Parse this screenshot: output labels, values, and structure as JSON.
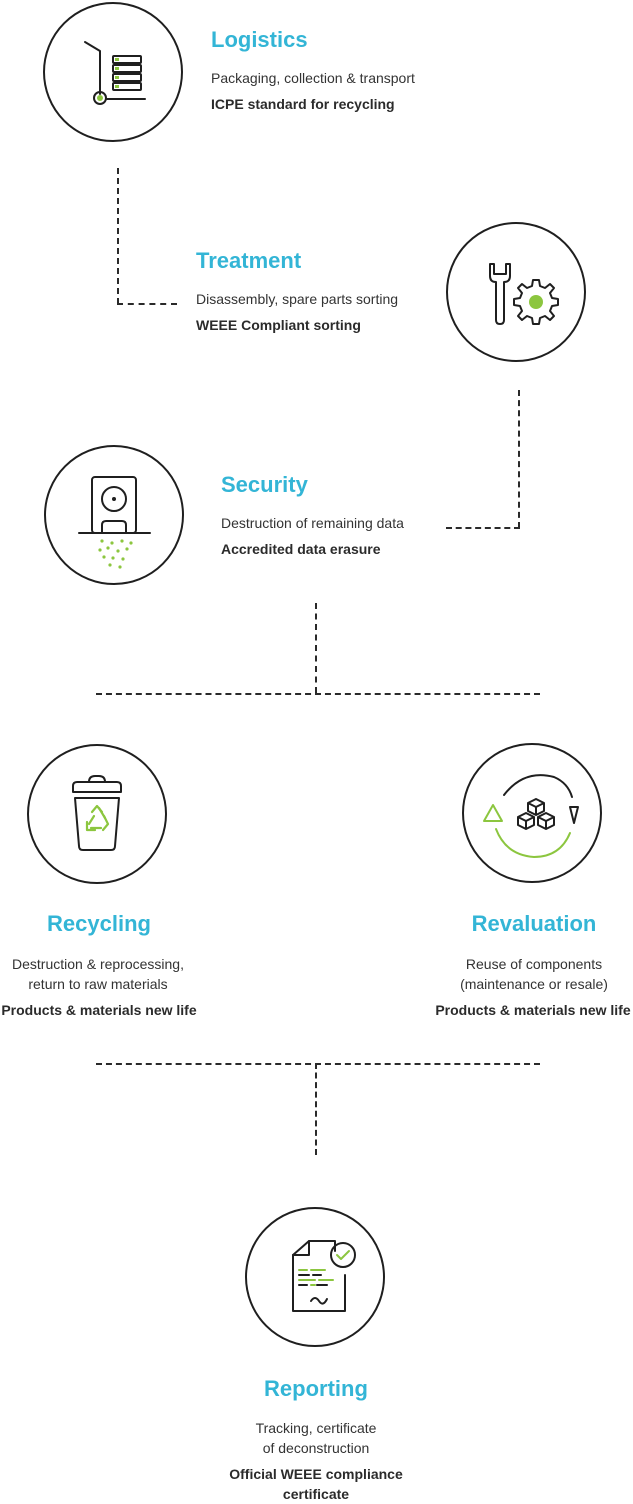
{
  "colors": {
    "accent": "#33b5d6",
    "green": "#8cc63f",
    "line": "#1f1f1f"
  },
  "steps": {
    "logistics": {
      "title": "Logistics",
      "desc": "Packaging, collection & transport",
      "bold": "ICPE standard for recycling",
      "icon": "hand-truck-icon"
    },
    "treatment": {
      "title": "Treatment",
      "desc": "Disassembly, spare parts sorting",
      "bold": "WEEE Compliant sorting",
      "icon": "wrench-gear-icon"
    },
    "security": {
      "title": "Security",
      "desc": "Destruction of remaining data",
      "bold": "Accredited data erasure",
      "icon": "hard-drive-shredder-icon"
    },
    "recycling": {
      "title": "Recycling",
      "desc_line1": "Destruction & reprocessing,",
      "desc_line2": "return to raw materials",
      "bold": "Products & materials new life",
      "icon": "recycle-bin-icon"
    },
    "revaluation": {
      "title": "Revaluation",
      "desc_line1": "Reuse of components",
      "desc_line2": "(maintenance or resale)",
      "bold": "Products & materials new life",
      "icon": "cubes-cycle-icon"
    },
    "reporting": {
      "title": "Reporting",
      "desc_line1": "Tracking, certificate",
      "desc_line2": "of deconstruction",
      "bold_line1": "Official WEEE compliance",
      "bold_line2": "certificate",
      "icon": "certificate-document-icon"
    }
  }
}
